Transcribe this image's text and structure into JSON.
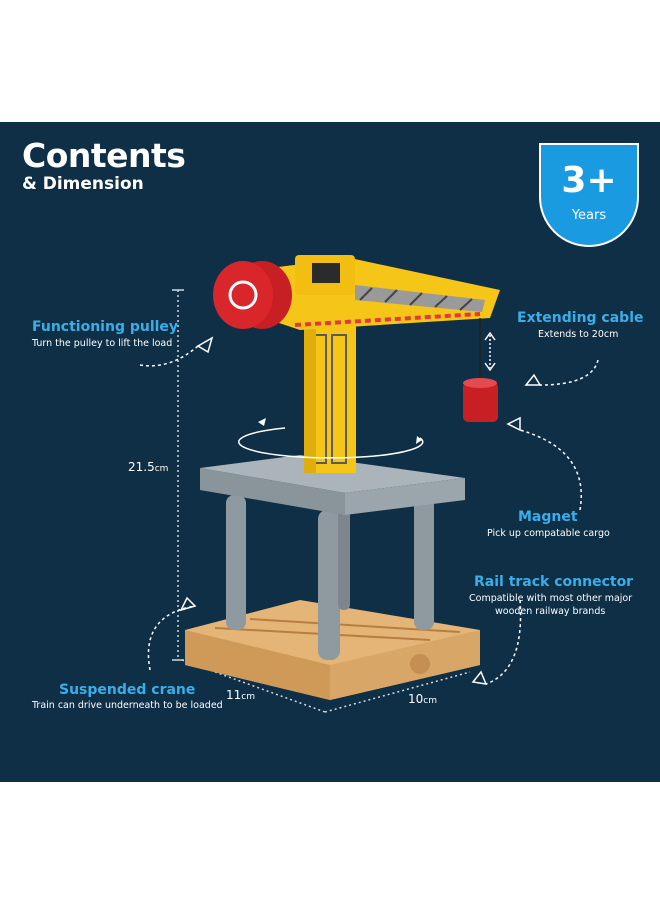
{
  "header": {
    "title": "Contents",
    "subtitle": "& Dimension"
  },
  "age_badge": {
    "value": "3+",
    "unit": "Years"
  },
  "features": [
    {
      "title": "Functioning pulley",
      "description": "Turn the pulley to lift the load"
    },
    {
      "title": "Extending cable",
      "description": "Extends to 20cm"
    },
    {
      "title": "Magnet",
      "description": "Pick up compatable cargo"
    },
    {
      "title": "Rail track connector",
      "description": "Compatible with most other major",
      "description2": "wooden railway brands"
    },
    {
      "title": "Suspended crane",
      "description": "Train can drive underneath to be loaded"
    }
  ],
  "dimensions": {
    "height": {
      "value": "21.5",
      "unit": "cm"
    },
    "depth": {
      "value": "11",
      "unit": "cm"
    },
    "width": {
      "value": "10",
      "unit": "cm"
    }
  },
  "colors": {
    "panel": "#0f2f47",
    "accent": "#3aaee8",
    "badge": "#1a9ae0",
    "crane": "#f5c518",
    "pulley": "#d8262b",
    "base_wood": "#e4b577",
    "platform": "#9aa5ab"
  },
  "product_image": {
    "icon": "wooden-toy-crane-illustration"
  }
}
